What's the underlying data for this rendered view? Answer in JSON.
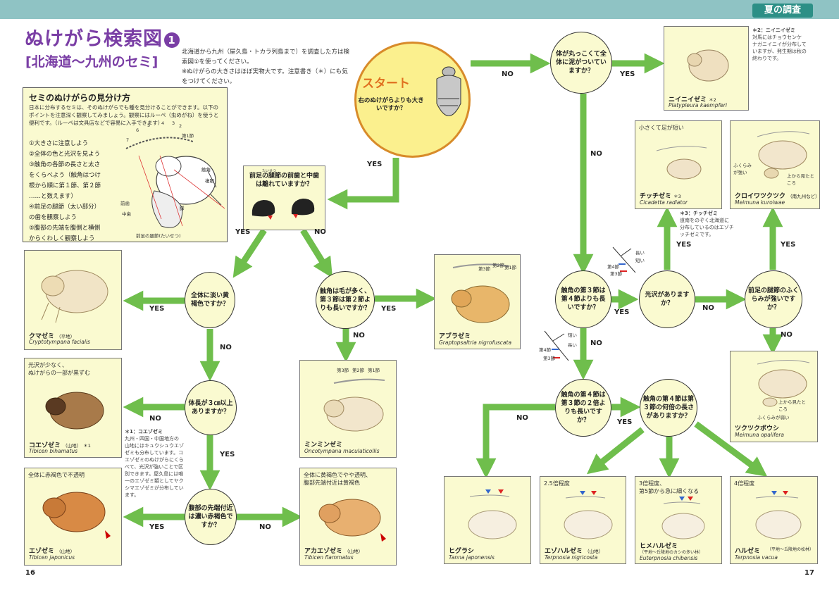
{
  "header": {
    "section": "夏の調査"
  },
  "title": {
    "main": "ぬけがら検索図",
    "num": "1",
    "subtitle": "[北海道〜九州のセミ]"
  },
  "intro": [
    "北海道から九州（屋久島・トカラ列島まで）を調査した方は検索図①を使ってください。",
    "※ぬけがらの大きさはほぼ実物大です。注意書き（＊）にも気をつけてください。"
  ],
  "guide": {
    "heading": "セミのぬけがらの見分け方",
    "text": "日本に分布するセミは、そのぬけがらでも種を見分けることができます。以下のポイントを注意深く観察してみましょう。観察にはルーペ（虫めがね）を使うと便利です。（ルーペは文具店などで容易に入手できます）",
    "steps": [
      "①大きさに注意しよう",
      "②全体の色と光沢を見よう",
      "③触角の各節の長さと太さ",
      "をくらべよう（触角はつけ",
      "根から順に第１節、第２節",
      "……と数えます）",
      "④前足の腿節（太い部分）",
      "の歯を観察しよう",
      "⑤腹部の先端を腹側と横側",
      "からくわしく観察しよう"
    ],
    "labels": {
      "n1": "第1節",
      "n7": "7",
      "n6": "6",
      "n5": "5",
      "n4": "4",
      "n3": "3",
      "n2": "2",
      "shaku": "触角",
      "fukugan": "複眼",
      "ashi": "脚",
      "mae": "前歯",
      "naka": "中歯",
      "seitoku": "前足の腿節(たいせつ)"
    }
  },
  "start": {
    "word": "スタート",
    "question": "右のぬけがらよりも大きいですか？"
  },
  "nodes": {
    "q_round": "体が丸っこくて全体に泥がついていますか？",
    "q_teeth": "前足の腿節の前歯と中歯は離れていますか？",
    "q_pale": "全体に淡い黄褐色ですか？",
    "q_hairy": "触角は毛が多く、第３節は第２節よりも長いですか？",
    "q_length": "体長が３㎝以上ありますか？",
    "q_tip": "腹部の先端付近は濃い赤褐色ですか？",
    "q_seg3": "触角の第３節は第４節よりも長いですか？",
    "q_gloss": "光沢がありますか？",
    "q_swell": "前足の腿節のふくらみが強いですか？",
    "q_seg4double": "触角の第４節は第３節の２倍よりも長いですか？",
    "q_seg4ratio": "触角の第４節は第３節の何倍の長さがありますか？"
  },
  "labels": {
    "yes": "YES",
    "no": "NO"
  },
  "rubies": {
    "taisetsu": "たいせつ"
  },
  "species": {
    "niinii": {
      "name": "ニイニイゼミ",
      "mark": "＊2",
      "sci": "Platypleura kaempferi"
    },
    "chitchi": {
      "note": "小さくて足が短い",
      "name": "チッチゼミ",
      "mark": "＊3",
      "sci": "Cicadetta radiator"
    },
    "kuroiwa": {
      "name": "クロイワツクツク",
      "region": "（南九州など）",
      "sci": "Meimuna kuroiwae",
      "n1": "ふくらみが強い",
      "n2": "上から見たところ"
    },
    "kuma": {
      "name": "クマゼミ",
      "region": "（平地）",
      "sci": "Cryptotympana facialis"
    },
    "abura": {
      "name": "アブラゼミ",
      "sci": "Graptopsaltria nigrofuscata",
      "s1": "第1節",
      "s2": "第2節",
      "s3": "第3節"
    },
    "koezo": {
      "note1": "光沢が少なく、",
      "note2": "ぬけがらの一部が黒ずむ",
      "name": "コエゾゼミ",
      "region": "（山地）",
      "mark": "＊1",
      "sci": "Tibicen bihamatus"
    },
    "minmin": {
      "name": "ミンミンゼミ",
      "sci": "Oncotympana maculaticollis",
      "s1": "第1節",
      "s2": "第2節",
      "s3": "第3節"
    },
    "ezo": {
      "note": "全体に赤褐色で不透明",
      "name": "エゾゼミ",
      "region": "（山地）",
      "sci": "Tibicen japonicus"
    },
    "akaezo": {
      "note1": "全体に黄褐色でやや透明、",
      "note2": "腹部先端付近は黄褐色",
      "name": "アカエゾゼミ",
      "region": "（山地）",
      "sci": "Tibicen flammatus"
    },
    "tsukutsuku": {
      "name": "ツクツクボウシ",
      "sci": "Meimuna opalifera",
      "n1": "ふくらみが弱い",
      "n2": "上から見たところ"
    },
    "higurashi": {
      "name": "ヒグラシ",
      "sci": "Tanna japonensis"
    },
    "ezoharu": {
      "note": "2.5倍程度",
      "name": "エゾハルゼミ",
      "region": "（山地）",
      "sci": "Terpnosia nigricosta"
    },
    "himeharu": {
      "note1": "3倍程度、",
      "note2": "第5節から急に細くなる",
      "name": "ヒメハルゼミ",
      "region": "（平地〜丘陵地のカシの多い林）",
      "sci": "Euterpnosia chibensis"
    },
    "haru": {
      "note": "4倍程度",
      "name": "ハルゼミ",
      "region": "（平地〜丘陵地の松林）",
      "sci": "Terpnosia vacua"
    }
  },
  "footnotes": {
    "f1_title": "＊1：コエゾゼミ",
    "f1_lines": [
      "九州・四国・中国地方の",
      "山地にはキュウシュウエゾ",
      "ゼミも分布しています。コ",
      "エゾゼミのぬけがらにくら",
      "べて、光沢が強いことで区",
      "別できます。屋久島には唯",
      "一のエゾゼミ類としてヤク",
      "シマエゾゼミが分布してい",
      "ます。"
    ],
    "f2_title": "＊2：ニイニイゼミ",
    "f2_lines": [
      "対馬にはチョウセンケ",
      "ナガニイニイが分布して",
      "いますが、発生期は秋の",
      "終わりです。"
    ],
    "f3_title": "＊3：チッチゼミ",
    "f3_lines": [
      "道南をのぞく北海道に",
      "分布しているのはエゾチ",
      "ッチゼミです。"
    ]
  },
  "antenna_labels": {
    "seg4": "第4節",
    "seg3": "第3節",
    "long": "長い",
    "short": "短い"
  },
  "pages": {
    "left": "16",
    "right": "17"
  },
  "colors": {
    "arrow": "#6fbe4c",
    "box": "#fafad0",
    "title": "#7a3ea5",
    "start_fill": "#fbf08e",
    "start_border": "#d88b2a"
  }
}
